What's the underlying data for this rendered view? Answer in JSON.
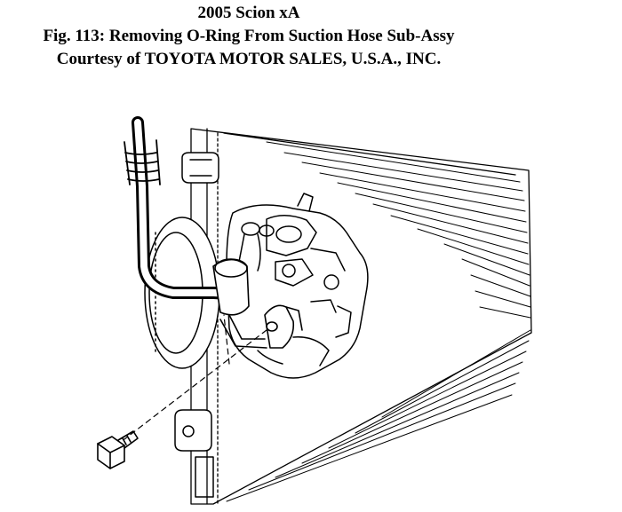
{
  "caption": {
    "vehicle": "2005 Scion xA",
    "figure_title": "Fig. 113: Removing O-Ring From Suction Hose Sub-Assy",
    "courtesy": "Courtesy of TOYOTA MOTOR SALES, U.S.A., INC."
  },
  "colors": {
    "background": "#ffffff",
    "ink": "#000000"
  }
}
